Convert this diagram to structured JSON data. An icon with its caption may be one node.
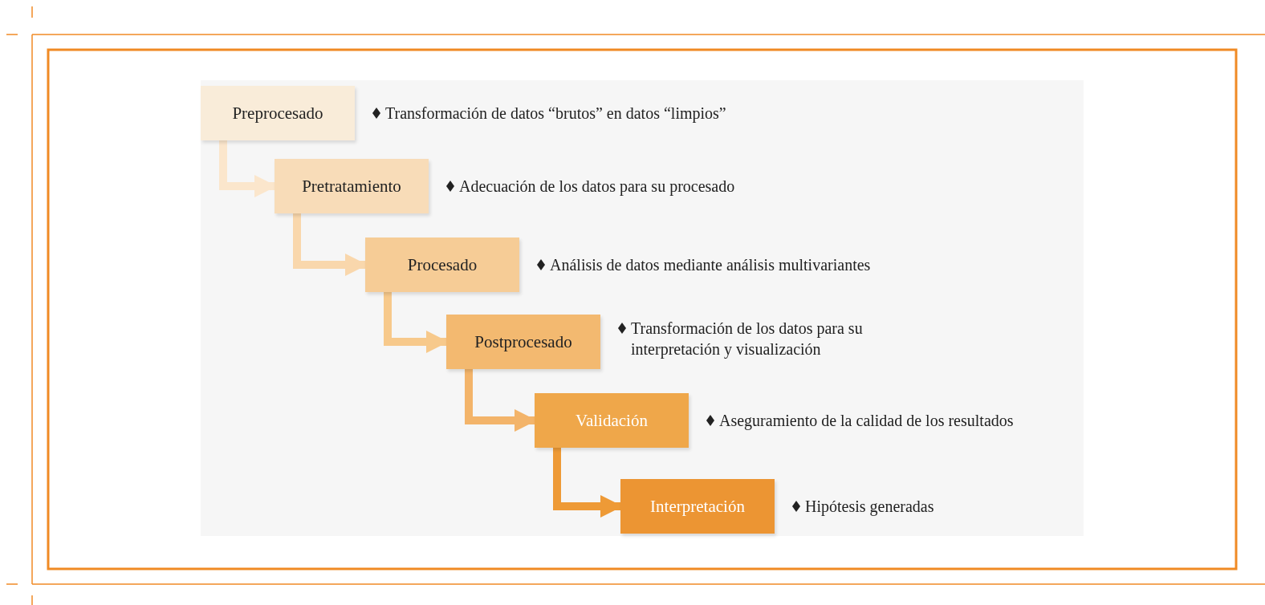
{
  "diagram": {
    "nodes": [
      {
        "text": [
          "Preprocesado"
        ],
        "beside": [
          "Transformación de datos “brutos” en datos “limpios”"
        ]
      },
      {
        "text": [
          "Pretratamiento"
        ],
        "beside": [
          "Adecuación de los datos para su procesado"
        ]
      },
      {
        "text": [
          "Procesado"
        ],
        "beside": [
          "Análisis de datos mediante análisis multivariantes"
        ]
      },
      {
        "text": [
          "Postprocesado"
        ],
        "beside": [
          "Transformación de los datos para su interpretación y visualización"
        ]
      },
      {
        "text": [
          "Validación"
        ],
        "beside": [
          "Aseguramiento de la calidad de los resultados"
        ]
      },
      {
        "text": [
          "Interpretación"
        ],
        "beside": [
          "Hipótesis generadas"
        ]
      }
    ],
    "edges": [
      {
        "from": 0,
        "to": 1,
        "arrow": "to",
        "color": "#fbe6cc"
      },
      {
        "from": 1,
        "to": 2,
        "arrow": "to",
        "color": "#f9d7ac"
      },
      {
        "from": 2,
        "to": 3,
        "arrow": "to",
        "color": "#f7c98b"
      },
      {
        "from": 3,
        "to": 4,
        "arrow": "to",
        "color": "#f3b46a"
      },
      {
        "from": 4,
        "to": 5,
        "arrow": "to",
        "color": "#ee9a36"
      }
    ]
  }
}
